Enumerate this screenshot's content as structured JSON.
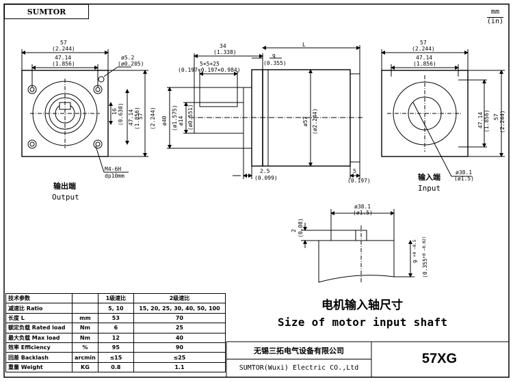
{
  "header": {
    "brand": "SUMTOR",
    "units_top": "mm",
    "units_bottom": "(in)"
  },
  "output_view": {
    "dim_width": "57",
    "dim_width_in": "(2.244)",
    "dim_bolt": "47.14",
    "dim_bolt_in": "(1.856)",
    "dim_hole": "ø5.2",
    "dim_hole_in": "(ø0.205)",
    "dim_key": "16",
    "dim_key_in": "(0.630)",
    "dim_right_bolt": "47.14",
    "dim_right_bolt_in": "(1.856)",
    "dim_right_width": "57",
    "dim_right_width_in": "(2.244)",
    "tap": "M4-6H",
    "tap_depth": "dp10mm",
    "label_cn": "输出端",
    "label_en": "Output"
  },
  "side_view": {
    "dim_shaft": "34",
    "dim_shaft_in": "(1.338)",
    "dim_key": "5×5×25",
    "dim_key_in": "(0.197×0.197×0.984)",
    "dim_flange": "9",
    "dim_flange_in": "(0.355)",
    "dim_L": "L",
    "dim_pilot": "ø40",
    "dim_pilot_in": "(ø1.575)",
    "dim_shaft_dia": "ø14",
    "dim_shaft_dia_in": "(ø0.551)",
    "dim_body": "ø57",
    "dim_body_in": "(ø2.244)",
    "dim_gap": "2.5",
    "dim_gap_in": "(0.099)",
    "dim_end": "5",
    "dim_end_in": "(0.197)"
  },
  "input_view": {
    "dim_width": "57",
    "dim_width_in": "(2.244)",
    "dim_bolt": "47.14",
    "dim_bolt_in": "(1.856)",
    "dim_right_bolt": "47.14",
    "dim_right_bolt_in": "(1.856)",
    "dim_right_width": "57",
    "dim_right_width_in": "(2.244)",
    "dim_bore": "ø38.1",
    "dim_bore_in": "(ø1.5)",
    "label_cn": "输入端",
    "label_en": "Input"
  },
  "shaft_view": {
    "dim_dia": "ø38.1",
    "dim_dia_in": "(ø1.5)",
    "dim_height": "2",
    "dim_height_in": "(0.08)",
    "dim_depth": "9",
    "dim_depth_tol": "+0 −0.5",
    "dim_depth_in": "(0.355",
    "dim_depth_in_tol": "+0 −0.02)"
  },
  "caption": {
    "cn": "电机输入轴尺寸",
    "en": "Size of motor input shaft"
  },
  "spec_table": {
    "header": [
      "技术参数",
      "",
      "1级速比",
      "2级速比"
    ],
    "rows": [
      [
        "减速比 Ratio",
        "",
        "5, 10",
        "15, 20, 25, 30, 40, 50, 100"
      ],
      [
        "长度 L",
        "mm",
        "53",
        "70"
      ],
      [
        "额定负载 Rated load",
        "Nm",
        "6",
        "25"
      ],
      [
        "最大负载 Max load",
        "Nm",
        "12",
        "40"
      ],
      [
        "效率 Efficiency",
        "%",
        "95",
        "90"
      ],
      [
        "回差 Backlash",
        "arcmin",
        "≤15",
        "≤25"
      ],
      [
        "重量 Weight",
        "KG",
        "0.8",
        "1.1"
      ]
    ]
  },
  "title_block": {
    "company_cn": "无锡三拓电气设备有限公司",
    "company_en": "SUMTOR(Wuxi) Electric CO.,Ltd",
    "model": "57XG"
  }
}
